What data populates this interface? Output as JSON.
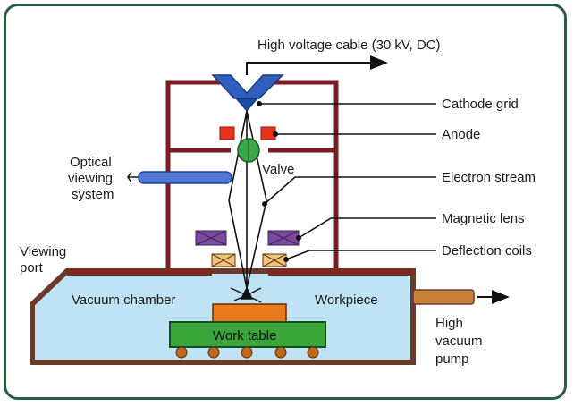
{
  "labels": {
    "high_voltage_cable": "High voltage cable (30 kV, DC)",
    "cathode_grid": "Cathode grid",
    "anode": "Anode",
    "valve": "Valve",
    "electron_stream": "Electron stream",
    "magnetic_lens": "Magnetic lens",
    "deflection_coils": "Deflection coils",
    "optical_line1": "Optical",
    "optical_line2": "viewing",
    "optical_line3": "system",
    "viewing_port_line1": "Viewing",
    "viewing_port_line2": "port",
    "vacuum_chamber": "Vacuum chamber",
    "workpiece": "Workpiece",
    "work_table": "Work table",
    "pump_line1": "High",
    "pump_line2": "vacuum",
    "pump_line3": "pump"
  },
  "colors": {
    "frame": "#2e5c43",
    "column": "#7a1e24",
    "chamber_fill": "#bfe3f4",
    "chamber_outline": "#6a3a2a",
    "cathode": "#2f5fbf",
    "anode": "#e8321e",
    "valve": "#3aa84a",
    "lens": "#7a4aa0",
    "coil": "#f1c27a",
    "workpiece": "#e87a1a",
    "work_table": "#3aa53a",
    "rollers": "#c0691d",
    "pump_pipe": "#c9823a",
    "optical_tube": "#4e7ad6"
  }
}
